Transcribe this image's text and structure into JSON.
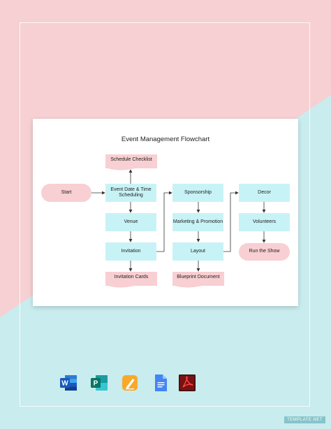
{
  "colors": {
    "background_top": "#f6d0d2",
    "background_bottom": "#c9ecee",
    "process_fill": "#c8f3f6",
    "document_fill": "#f8cfd2",
    "terminator_fill": "#f8cfd2",
    "connector": "#333333"
  },
  "flowchart": {
    "title": "Event Management Flowchart",
    "nodes": {
      "start": "Start",
      "schedule_checklist": "Schedule Checklist",
      "event_date": "Event Date & Time Scheduling",
      "venue": "Venue",
      "invitation": "Invitation",
      "invitation_cards": "Invitation Cards",
      "sponsorship": "Sponsorship",
      "marketing": "Marketing & Promotion",
      "layout": "Layout",
      "blueprint": "Blueprint Document",
      "decor": "Decor",
      "volunteers": "Volunteers",
      "run_show": "Run the Show"
    }
  },
  "format_icons": [
    {
      "name": "word-icon",
      "letter": "W",
      "color": "#2b579a"
    },
    {
      "name": "publisher-icon",
      "letter": "P",
      "color": "#077568"
    },
    {
      "name": "pages-icon",
      "letter": "",
      "color": "#f5a623"
    },
    {
      "name": "google-docs-icon",
      "letter": "",
      "color": "#4285f4"
    },
    {
      "name": "pdf-icon",
      "letter": "",
      "color": "#a3191b"
    }
  ],
  "watermark": "TEMPLATE.NET"
}
